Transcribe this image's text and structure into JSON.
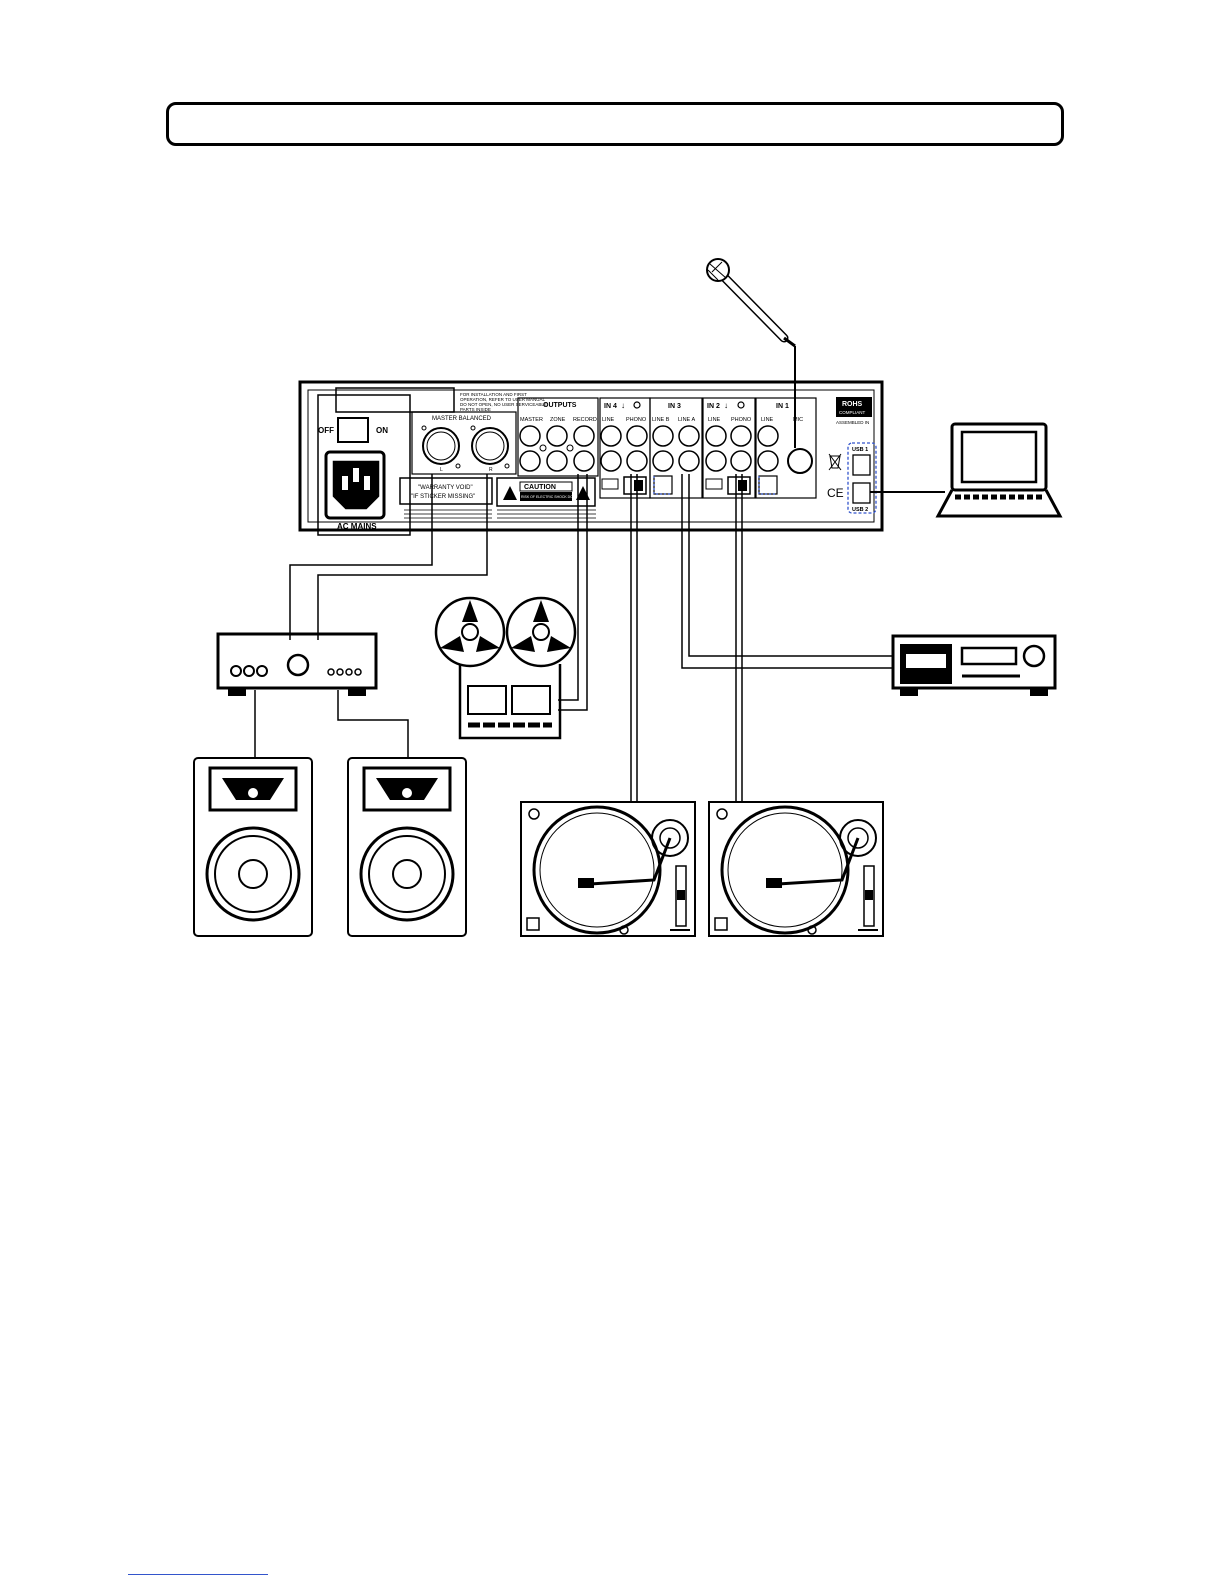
{
  "header": {
    "title": ""
  },
  "mixer": {
    "power_off": "OFF",
    "power_on": "ON",
    "ac_mains": "AC MAINS",
    "master_balanced": "MASTER BALANCED",
    "ch_l": "L",
    "ch_r": "R",
    "outputs": "OUTPUTS",
    "out_master": "MASTER",
    "out_zone": "ZONE",
    "out_record": "RECORD",
    "in4": "IN 4",
    "in3": "IN 3",
    "in2": "IN 2",
    "in1": "IN 1",
    "line": "LINE",
    "phono": "PHONO",
    "line_b": "LINE B",
    "line_a": "LINE A",
    "mic": "MIC",
    "rohs_1": "ROHS",
    "rohs_2": "COMPLIANT",
    "assembled": "ASSEMBLED IN",
    "usb1": "USB 1",
    "usb2": "USB 2",
    "ce": "CE",
    "warranty_1": "\"WARRANTY VOID\"",
    "warranty_2": "\"IF STICKER MISSING\"",
    "caution": "CAUTION",
    "caution_sub": "RISK OF ELECTRIC SHOCK DO NOT OPEN",
    "install_1": "FOR INSTALLATION AND FIRST",
    "install_2": "OPERATION, REFER TO USER MANUAL",
    "install_3": "DO NOT OPEN, NO USER SERVICEABLE",
    "install_4": "PARTS INSIDE"
  }
}
